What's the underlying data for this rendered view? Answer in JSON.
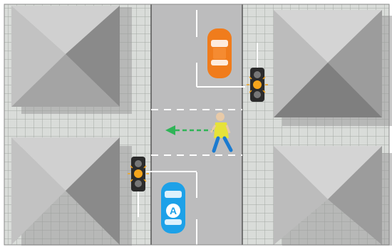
{
  "scene": {
    "description_visible_text_only": true,
    "vehicle_a": {
      "label": "A",
      "color": "#1da1e8"
    },
    "vehicle_b": {
      "color": "#f07c1c"
    },
    "pedestrian": {
      "shirt": "#e6e23a",
      "pants": "#1b7bd0",
      "direction": "left"
    },
    "traffic_lights": {
      "state": "amber",
      "lamp_color": "#f5a51c"
    },
    "arrow": {
      "color": "#2fb457"
    },
    "colors": {
      "road": "#bcbcbd",
      "pavement": "#d9dcd9",
      "pavement_grid": "#a3a8a3",
      "roof_light": "#c9c9c9",
      "roof_dark": "#8e8e8e",
      "roof_mid": "#a6a6a6",
      "marking": "#ffffff"
    }
  }
}
